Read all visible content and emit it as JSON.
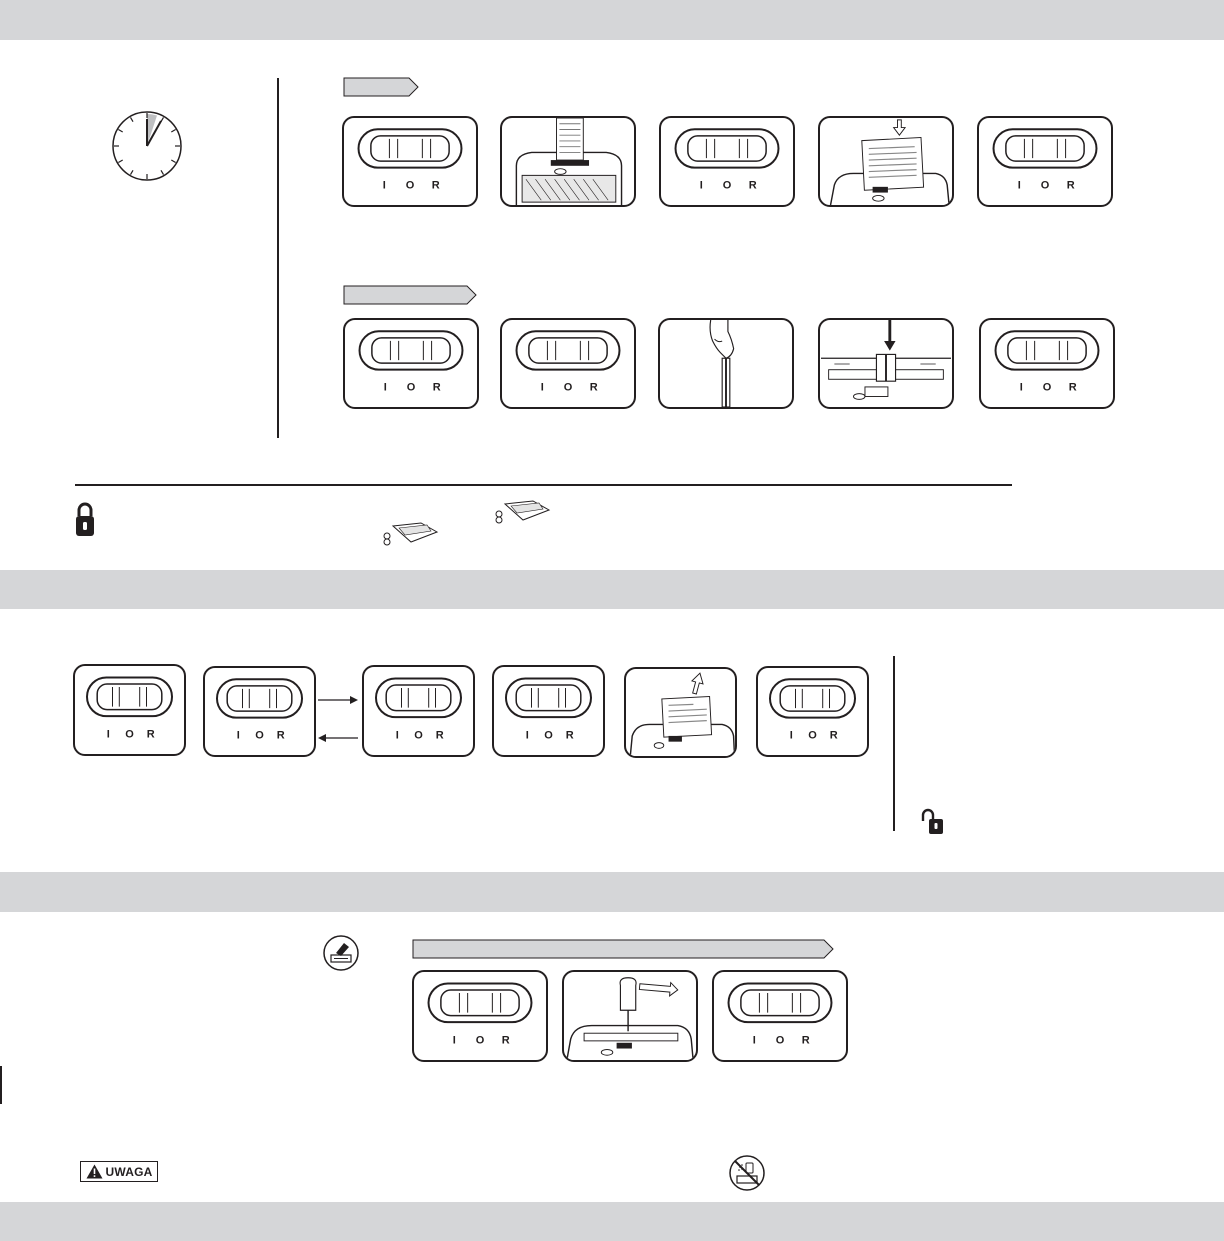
{
  "switch_letters": {
    "i": "I",
    "o": "O",
    "r": "R"
  },
  "warning": {
    "label": "UWAGA"
  },
  "colors": {
    "band": "#d5d6d8",
    "ink": "#231f20",
    "tag_fill": "#d5d6d8"
  },
  "icons": [
    "clock-icon",
    "lock-icon",
    "credit-card-icon",
    "unlock-icon",
    "oil-lubricate-icon",
    "warning-triangle-icon",
    "no-oil-aerosol-icon"
  ]
}
